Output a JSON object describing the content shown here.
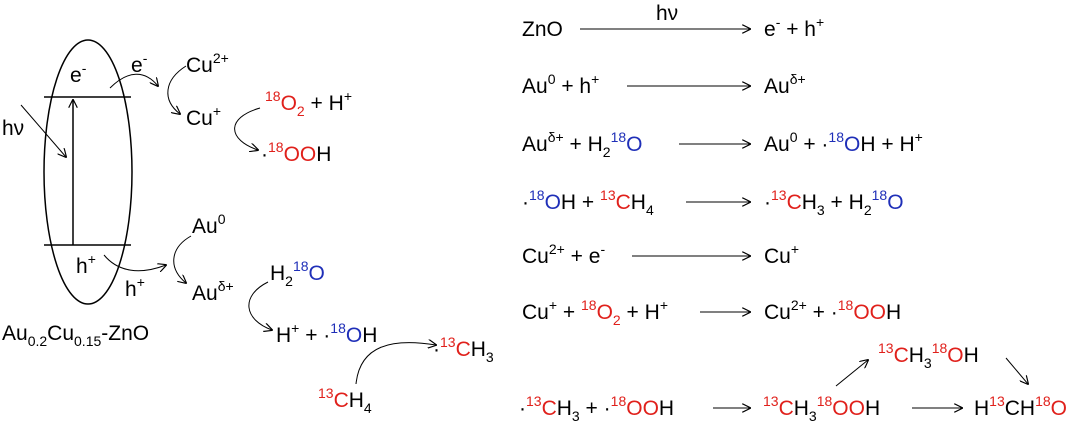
{
  "colors": {
    "isotope18": "#e0201b",
    "isotope13": "#e0201b",
    "hydroxyl18": "#1f2fb8",
    "ink": "#000000"
  },
  "left": {
    "light_label": "hν",
    "electron": "e",
    "electron_sign": "-",
    "hole": "h",
    "hole_sign": "+",
    "catalyst": {
      "a": "Au",
      "a_sub": "0.2",
      "b": "Cu",
      "b_sub": "0.15",
      "c": "-ZnO"
    }
  },
  "species": {
    "cu": "Cu",
    "cu2plus": "2+",
    "plus": "+",
    "au": "Au",
    "au0": "0",
    "audelta": "δ+",
    "o": "O",
    "h": "H",
    "c": "C",
    "two": "2",
    "three": "3",
    "four": "4",
    "iso18": "18",
    "iso13": "13",
    "dot": "·",
    "ooh_o": "OO",
    "plus_sep": " + "
  },
  "right": {
    "r1": {
      "left": "ZnO",
      "over_arrow": "hν",
      "right": "e",
      "right_sign": "-",
      "right_tail": " + h"
    },
    "r5": {
      "left_tail": " + e"
    }
  }
}
